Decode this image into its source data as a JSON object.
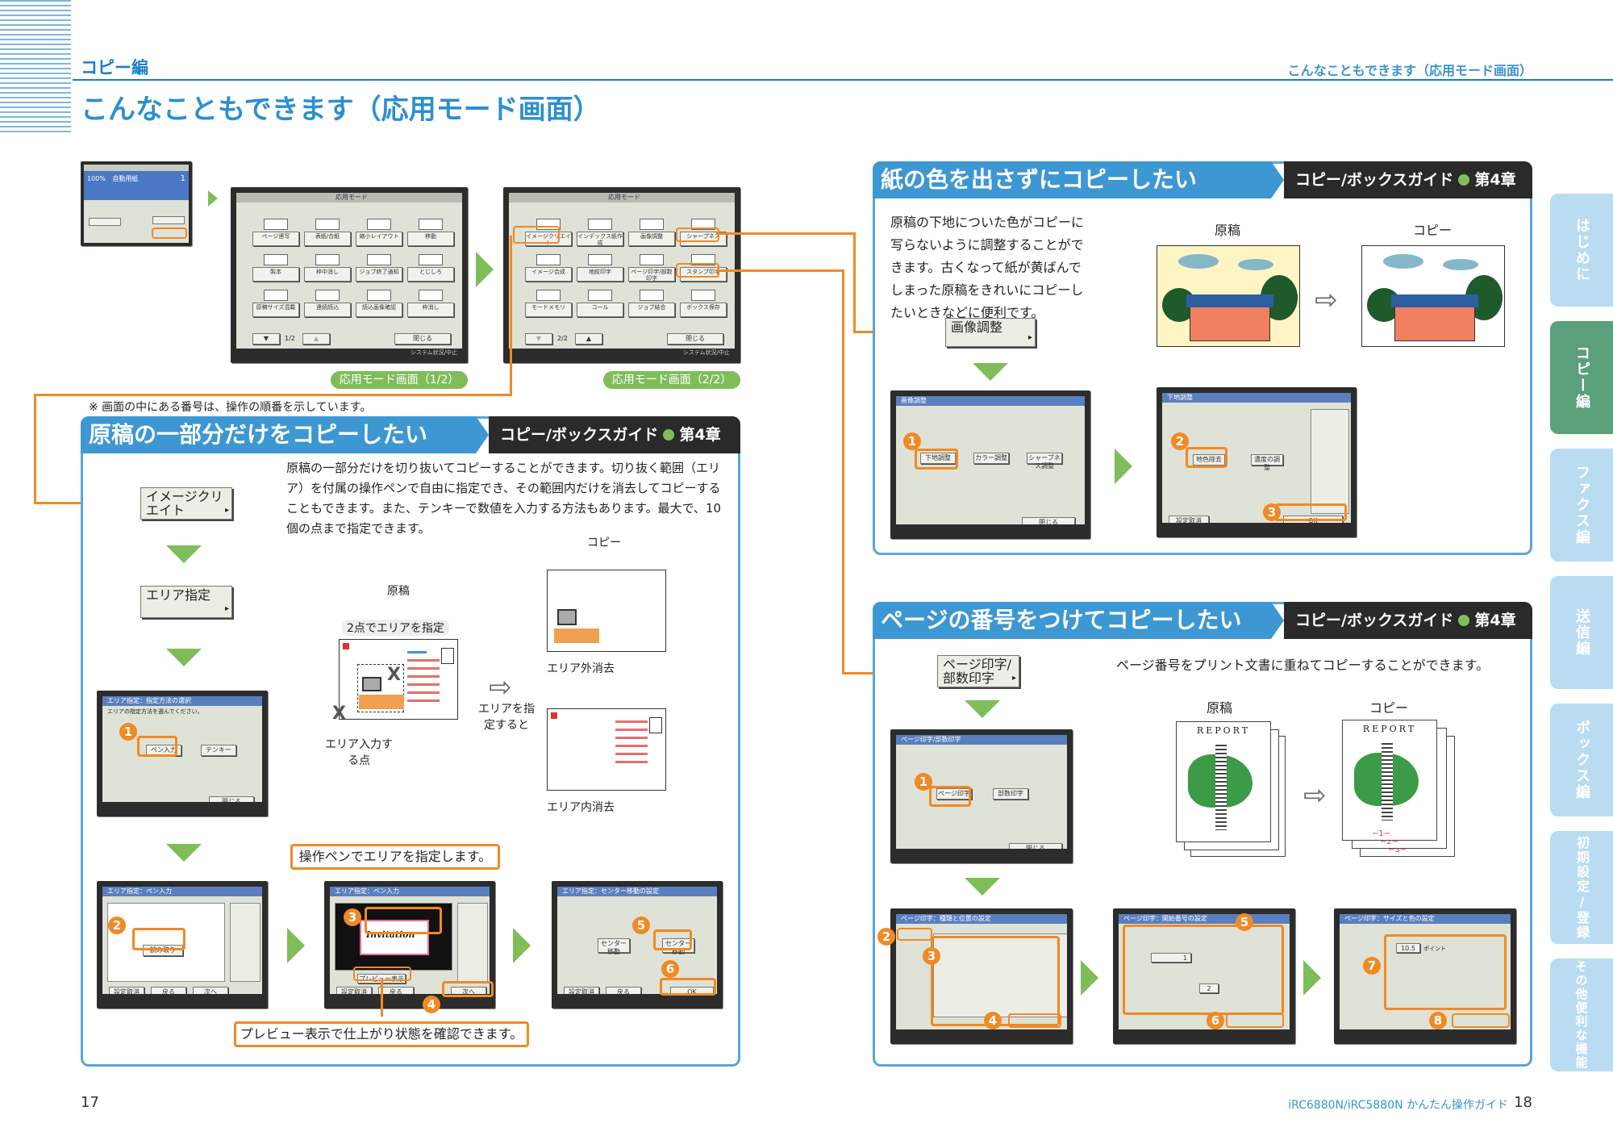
{
  "header": {
    "section_label": "コピー編",
    "right_title": "こんなこともできます（応用モード画面）",
    "main_title": "こんなこともできます（応用モード画面）"
  },
  "top_screens": {
    "basic_screen": {
      "copies": "100%",
      "paper": "自動用紙",
      "count": "1"
    },
    "screen1": {
      "title": "応用モード",
      "tiles": [
        "ページ連写",
        "表紙/合紙",
        "縮小レイアウト",
        "移動",
        "製本",
        "枠中消し",
        "ジョブ終了通知",
        "とじしろ",
        "原稿サイズ混載",
        "連続読込",
        "読込画像確認",
        "枠消し"
      ],
      "page": "1/2",
      "close": "閉じる",
      "footer": "システム状況/中止"
    },
    "screen2": {
      "title": "応用モード",
      "tiles": [
        "イメージクリエイト",
        "インデックス紙作成",
        "画像調整",
        "シャープネス",
        "イメージ合成",
        "地紋印字",
        "ページ印字/部数印字",
        "スタンプ印字",
        "モードメモリ",
        "コール",
        "ジョブ結合",
        "ボックス保存"
      ],
      "page": "2/2",
      "close": "閉じる",
      "footer": "システム状況/中止"
    },
    "pill1": "応用モード画面（1/2）",
    "pill2": "応用モード画面（2/2）",
    "note": "※ 画面の中にある番号は、操作の順番を示しています。"
  },
  "section_left": {
    "title": "原稿の一部分だけをコピーしたい",
    "tag_prefix": "コピー/ボックスガイド",
    "tag_suffix": "第4章",
    "body": "原稿の一部分だけを切り抜いてコピーすることができます。切り抜く範囲（エリア）を付属の操作ペンで自由に指定でき、その範囲内だけを消去してコピーすることもできます。また、テンキーで数値を入力する方法もあります。最大で、10個の点まで指定できます。",
    "btn1": "イメージクリエイト",
    "btn2": "エリア指定",
    "label_original": "原稿",
    "label_copy": "コピー",
    "label_2pts": "2点でエリアを指定",
    "label_area_points": "エリア入力する点",
    "label_when": "エリアを指定すると",
    "label_outside": "エリア外消去",
    "label_inside": "エリア内消去",
    "callout_top": "操作ペンでエリアを指定します。",
    "callout_bottom": "プレビュー表示で仕上がり状態を確認できます。",
    "screen_a": {
      "title": "エリア指定：指定方法の選択",
      "sub": "エリアの指定方法を選んでください。",
      "btn_pen": "ペン入力",
      "btn_key": "テンキー",
      "close": "閉じる"
    },
    "screen_b": {
      "title": "エリア指定：ペン入力",
      "btn": "読み取り",
      "setting": "設定取消",
      "prev": "戻る",
      "next": "次へ"
    },
    "screen_c": {
      "title": "エリア指定：ペン入力",
      "preview": "プレビュー表示",
      "word": "Invitation",
      "setting": "設定取消",
      "prev": "戻る",
      "next": "次へ"
    },
    "screen_d": {
      "title": "エリア指定：センター移動の設定",
      "btn1": "センター移動",
      "btn2": "センター移動",
      "setting": "設定取消",
      "prev": "戻る",
      "ok": "OK"
    }
  },
  "section_tr": {
    "title": "紙の色を出さずにコピーしたい",
    "tag_prefix": "コピー/ボックスガイド",
    "tag_suffix": "第4章",
    "body": "原稿の下地についた色がコピーに写らないように調整することができます。古くなって紙が黄ばんでしまった原稿をきれいにコピーしたいときなどに便利です。",
    "label_original": "原稿",
    "label_copy": "コピー",
    "btn": "画像調整",
    "screen_a": {
      "title": "画像調整",
      "b1": "下地調整",
      "b2": "カラー調整",
      "b3": "シャープネス調整",
      "close": "閉じる"
    },
    "screen_b": {
      "title": "下地調整",
      "b1": "地色除去",
      "b2": "濃度の調整",
      "setting": "設定取消",
      "ok": "OK"
    }
  },
  "section_br": {
    "title": "ページの番号をつけてコピーしたい",
    "tag_prefix": "コピー/ボックスガイド",
    "tag_suffix": "第4章",
    "body": "ページ番号をプリント文書に重ねてコピーすることができます。",
    "btn": "ページ印字/部数印字",
    "label_original": "原稿",
    "label_copy": "コピー",
    "report": "REPORT",
    "page_marks": [
      "−1−",
      "−2−",
      "−3−"
    ],
    "screen_a": {
      "title": "ページ印字/部数印字",
      "b1": "ページ印字",
      "b2": "部数印字",
      "close": "閉じる"
    },
    "screen_b": {
      "title": "ページ印字：種類と位置の設定"
    },
    "screen_c": {
      "title": "ページ印字：開始番号の設定",
      "value": "1",
      "copies": "2"
    },
    "screen_d": {
      "title": "ページ印字：サイズと色の設定",
      "size": "10.5",
      "unit": "ポイント"
    }
  },
  "tabs": [
    "はじめに",
    "コピー編",
    "ファクス編",
    "送信編",
    "ボックス編",
    "初期設定/登録",
    "その他便利な機能"
  ],
  "footer": {
    "left_page": "17",
    "right_text": "iRC6880N/iRC5880N かんたん操作ガイド",
    "right_page": "18"
  },
  "colors": {
    "accent_blue": "#3d97d2",
    "orange": "#f08a24",
    "green": "#7fbd5a",
    "dark": "#2a2a2a"
  }
}
